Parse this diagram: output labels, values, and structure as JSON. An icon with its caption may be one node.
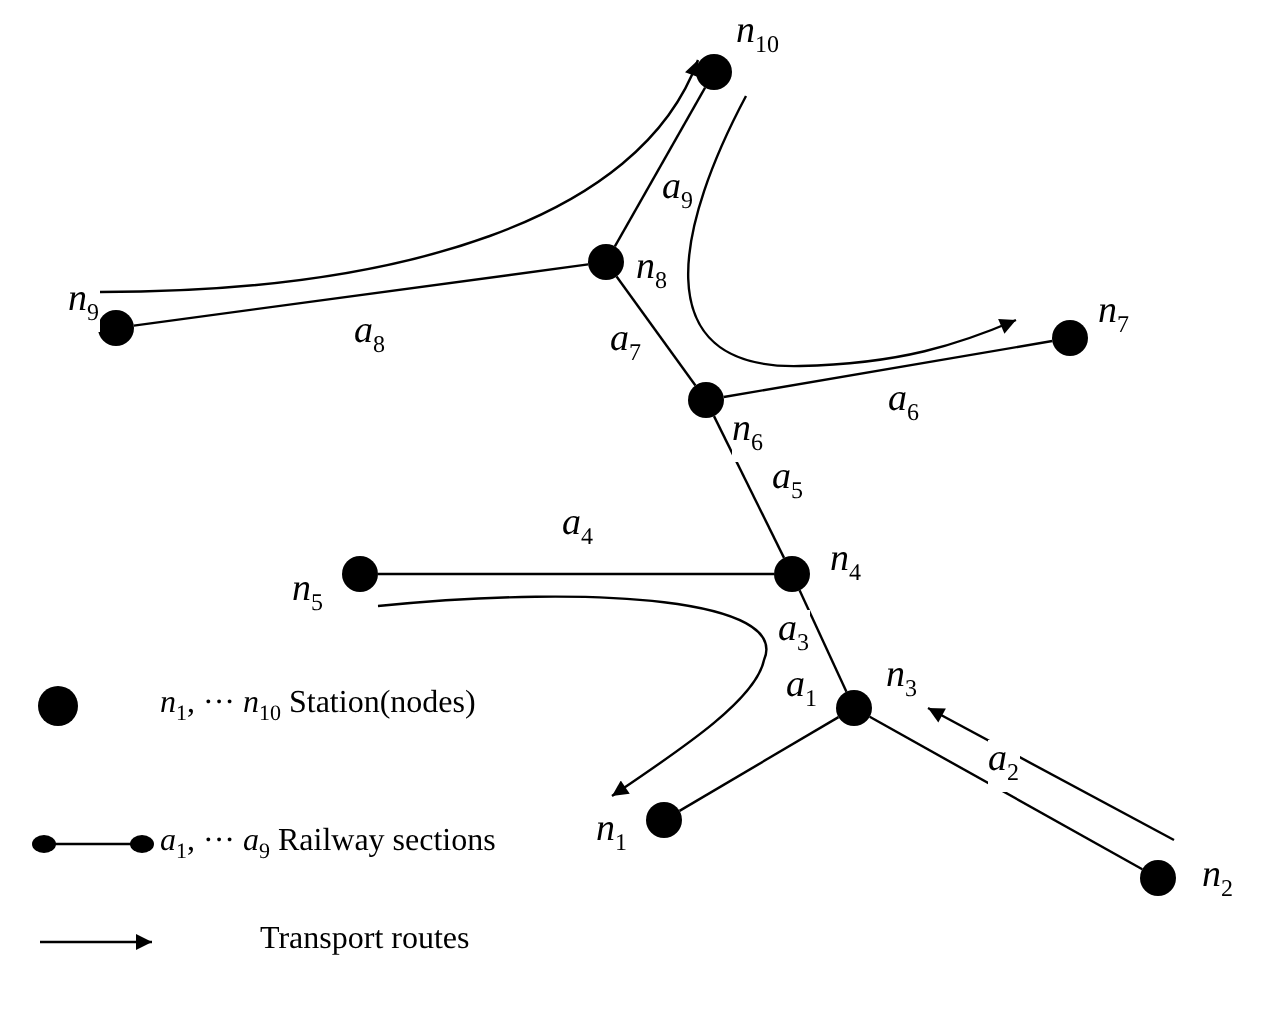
{
  "diagram": {
    "nodes": [
      {
        "text": [],
        "shape": "circle",
        "beside": [
          "n$_{1}$"
        ]
      },
      {
        "text": [],
        "shape": "circle",
        "beside": [
          "n$_{2}$"
        ]
      },
      {
        "text": [],
        "shape": "circle",
        "beside": [
          "n$_{3}$"
        ]
      },
      {
        "text": [],
        "shape": "circle",
        "beside": [
          "n$_{4}$"
        ]
      },
      {
        "text": [],
        "shape": "circle",
        "beside": [
          "n$_{5}$"
        ]
      },
      {
        "text": [],
        "shape": "circle",
        "beside": [
          "n$_{6}$"
        ]
      },
      {
        "text": [],
        "shape": "circle",
        "beside": [
          "n$_{7}$"
        ]
      },
      {
        "text": [],
        "shape": "circle",
        "beside": [
          "n$_{8}$"
        ]
      },
      {
        "text": [],
        "shape": "circle",
        "beside": [
          "n$_{9}$"
        ]
      },
      {
        "text": [],
        "shape": "circle",
        "beside": [
          "n$_{10}$"
        ]
      }
    ],
    "edges": [
      {
        "from": 0,
        "to": 2,
        "arrow": "none",
        "label": "a$_{1}$"
      },
      {
        "from": 2,
        "to": 1,
        "arrow": "none",
        "label": "a$_{2}$"
      },
      {
        "from": 2,
        "to": 3,
        "arrow": "none",
        "label": "a$_{3}$"
      },
      {
        "from": 4,
        "to": 3,
        "arrow": "none",
        "label": "a$_{4}$"
      },
      {
        "from": 3,
        "to": 5,
        "arrow": "none",
        "label": "a$_{5}$"
      },
      {
        "from": 5,
        "to": 6,
        "arrow": "none",
        "label": "a$_{6}$"
      },
      {
        "from": 5,
        "to": 7,
        "arrow": "none",
        "label": "a$_{7}$"
      },
      {
        "from": 8,
        "to": 7,
        "arrow": "none",
        "label": "a$_{8}$"
      },
      {
        "from": 7,
        "to": 9,
        "arrow": "none",
        "label": "a$_{9}$"
      },
      {
        "from": 8,
        "to": 9,
        "arrow": "to"
      },
      {
        "from": 9,
        "to": 6,
        "arrow": "to"
      },
      {
        "from": 4,
        "to": 0,
        "arrow": "to"
      },
      {
        "from": 1,
        "to": 2,
        "arrow": "to"
      }
    ],
    "legend": [
      {
        "text": "*n*$_{1}$, ··· *n*$_{10}$ Station(nodes)"
      },
      {
        "text": "*a*$_{1}$, ··· *a*$_{9}$ Railway sections"
      },
      {
        "text": "Transport routes"
      }
    ]
  }
}
